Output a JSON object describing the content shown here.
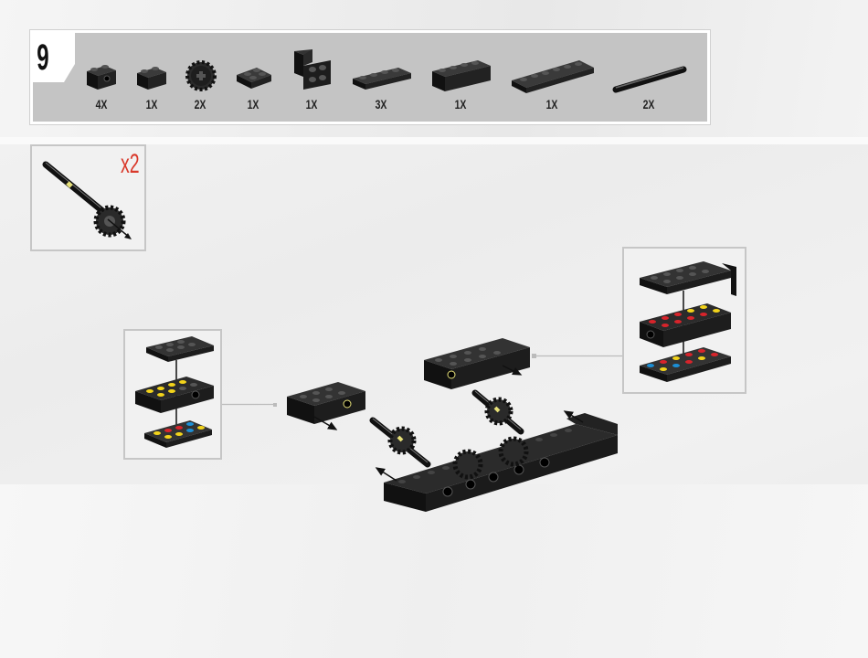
{
  "step": {
    "number": "9"
  },
  "parts": [
    {
      "icon": "brick-1x2-technic-hole-icon",
      "qty": "4X"
    },
    {
      "icon": "brick-1x2-icon",
      "qty": "1X"
    },
    {
      "icon": "gear-12-tooth-icon",
      "qty": "2X"
    },
    {
      "icon": "plate-2x2-icon",
      "qty": "1X"
    },
    {
      "icon": "bracket-2x2-icon",
      "qty": "1X"
    },
    {
      "icon": "plate-1x4-icon",
      "qty": "3X"
    },
    {
      "icon": "brick-1x4-icon",
      "qty": "1X"
    },
    {
      "icon": "plate-1x6-icon",
      "qty": "1X"
    },
    {
      "icon": "technic-axle-icon",
      "qty": "2X"
    }
  ],
  "subassembly": {
    "multiplier": "x2"
  },
  "colors": {
    "brick": "#161616",
    "stud_yellow": "#f2d31b",
    "stud_red": "#d8242b",
    "stud_blue": "#1c8fd6",
    "callout_red": "#d9392b"
  }
}
